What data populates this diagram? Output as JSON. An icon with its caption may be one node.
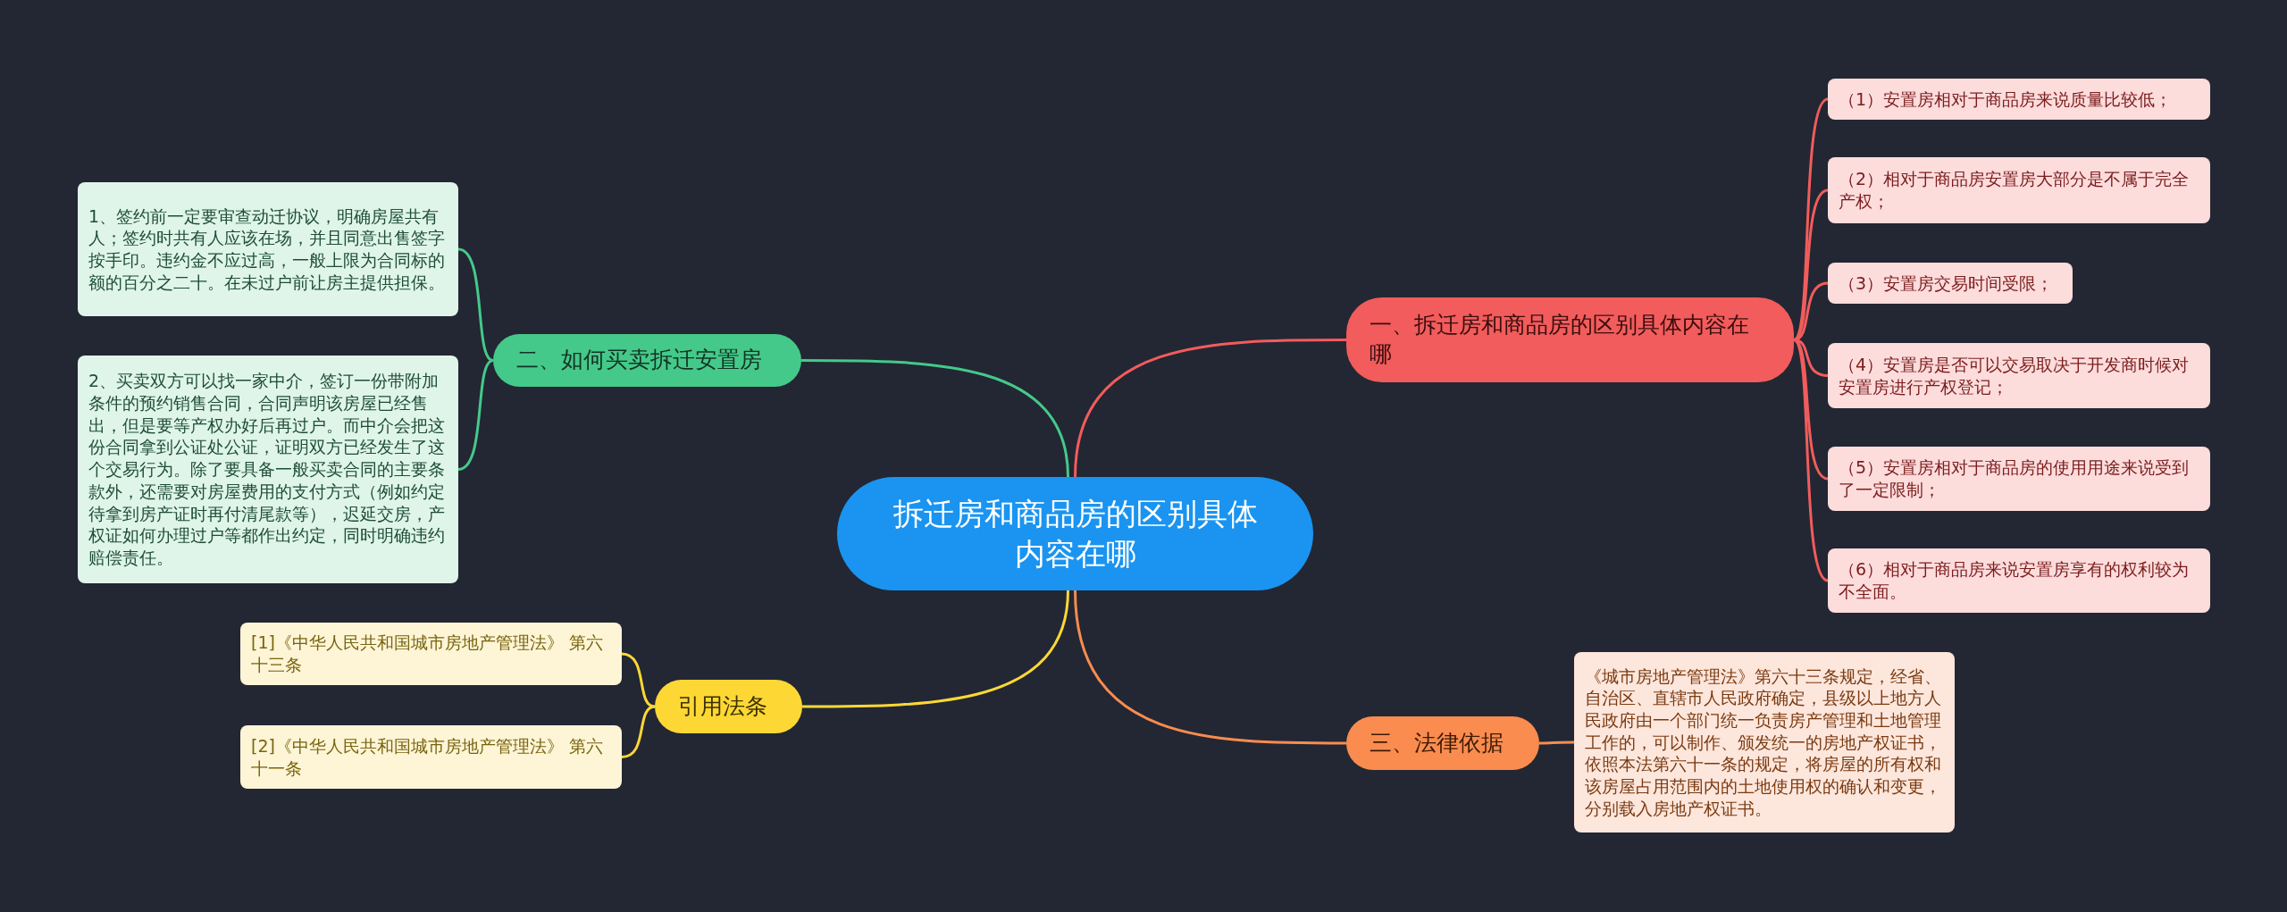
{
  "diagram": {
    "nodes": [
      {
        "text": [
          "拆迁房和商品房的区别具体内容在哪"
        ]
      },
      {
        "text": [
          "一、拆迁房和商品房的区别具体内容在哪"
        ]
      },
      {
        "text": [
          "（1）安置房相对于商品房来说质量比较低；"
        ]
      },
      {
        "text": [
          "（2）相对于商品房安置房大部分是不属于完全产权；"
        ]
      },
      {
        "text": [
          "（3）安置房交易时间受限；"
        ]
      },
      {
        "text": [
          "（4）安置房是否可以交易取决于开发商时候对安置房进行产权登记；"
        ]
      },
      {
        "text": [
          "（5）安置房相对于商品房的使用用途来说受到了一定限制；"
        ]
      },
      {
        "text": [
          "（6）相对于商品房来说安置房享有的权利较为不全面。"
        ]
      },
      {
        "text": [
          "二、如何买卖拆迁安置房"
        ]
      },
      {
        "text": [
          "1、签约前一定要审查动迁协议，明确房屋共有人；签约时共有人应该在场，并且同意出售签字按手印。违约金不应过高，一般上限为合同标的额的百分之二十。在未过户前让房主提供担保。"
        ]
      },
      {
        "text": [
          "2、买卖双方可以找一家中介，签订一份带附加条件的预约销售合同，合同声明该房屋已经售出，但是要等产权办好后再过户。而中介会把这份合同拿到公证处公证，证明双方已经发生了这个交易行为。除了要具备一般买卖合同的主要条款外，还需要对房屋费用的支付方式（例如约定待拿到房产证时再付清尾款等），迟延交房，产权证如何办理过户等都作出约定，同时明确违约赔偿责任。"
        ]
      },
      {
        "text": [
          "引用法条"
        ]
      },
      {
        "text": [
          "[1]《中华人民共和国城市房地产管理法》 第六十三条"
        ]
      },
      {
        "text": [
          "[2]《中华人民共和国城市房地产管理法》 第六十一条"
        ]
      },
      {
        "text": [
          "三、法律依据"
        ]
      },
      {
        "text": [
          "《城市房地产管理法》第六十三条规定，经省、自治区、直辖市人民政府确定，县级以上地方人民政府由一个部门统一负责房产管理和土地管理工作的，可以制作、颁发统一的房地产权证书，依照本法第六十一条的规定，将房屋的所有权和该房屋占用范围内的土地使用权的确认和变更，分别载入房地产权证书。"
        ]
      }
    ],
    "edges": [
      {
        "from": 0,
        "to": 1,
        "arrow": "none",
        "color": "#f25c5c"
      },
      {
        "from": 1,
        "to": 2,
        "arrow": "none",
        "color": "#f25c5c"
      },
      {
        "from": 1,
        "to": 3,
        "arrow": "none",
        "color": "#f25c5c"
      },
      {
        "from": 1,
        "to": 4,
        "arrow": "none",
        "color": "#f25c5c"
      },
      {
        "from": 1,
        "to": 5,
        "arrow": "none",
        "color": "#f25c5c"
      },
      {
        "from": 1,
        "to": 6,
        "arrow": "none",
        "color": "#f25c5c"
      },
      {
        "from": 1,
        "to": 7,
        "arrow": "none",
        "color": "#f25c5c"
      },
      {
        "from": 0,
        "to": 8,
        "arrow": "none",
        "color": "#45c98a"
      },
      {
        "from": 8,
        "to": 9,
        "arrow": "none",
        "color": "#45c98a"
      },
      {
        "from": 8,
        "to": 10,
        "arrow": "none",
        "color": "#45c98a"
      },
      {
        "from": 0,
        "to": 11,
        "arrow": "none",
        "color": "#fdd835"
      },
      {
        "from": 11,
        "to": 12,
        "arrow": "none",
        "color": "#fdd835"
      },
      {
        "from": 11,
        "to": 13,
        "arrow": "none",
        "color": "#fdd835"
      },
      {
        "from": 0,
        "to": 14,
        "arrow": "none",
        "color": "#fa8c4f"
      },
      {
        "from": 14,
        "to": 15,
        "arrow": "none",
        "color": "#fa8c4f"
      }
    ]
  }
}
